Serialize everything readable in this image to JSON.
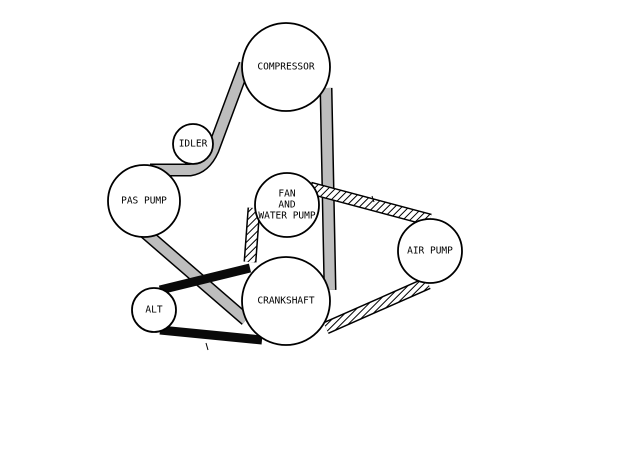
{
  "diagram": {
    "pulleys": {
      "compressor": {
        "label": "COMPRESSOR"
      },
      "idler": {
        "label": "IDLER"
      },
      "pas_pump": {
        "label": "PAS PUMP"
      },
      "fan_water_pump": {
        "label_lines": [
          "FAN",
          "AND",
          "WATER PUMP"
        ]
      },
      "air_pump": {
        "label": "AIR PUMP"
      },
      "alt": {
        "label": "ALT"
      },
      "crankshaft": {
        "label": "CRANKSHAFT"
      }
    },
    "belts": [
      {
        "name": "compressor-belt",
        "fill": "gray",
        "route": [
          "crankshaft",
          "pas_pump",
          "idler",
          "compressor"
        ]
      },
      {
        "name": "air-pump-belt",
        "fill": "hatched",
        "route": [
          "crankshaft",
          "fan_water_pump",
          "air_pump"
        ]
      },
      {
        "name": "alternator-belt",
        "fill": "black",
        "route": [
          "crankshaft",
          "alt"
        ]
      }
    ],
    "colors": {
      "stroke": "#000000",
      "gray_belt": "#bdbdbd",
      "black_belt": "#0a0a0a",
      "background": "#ffffff"
    }
  }
}
